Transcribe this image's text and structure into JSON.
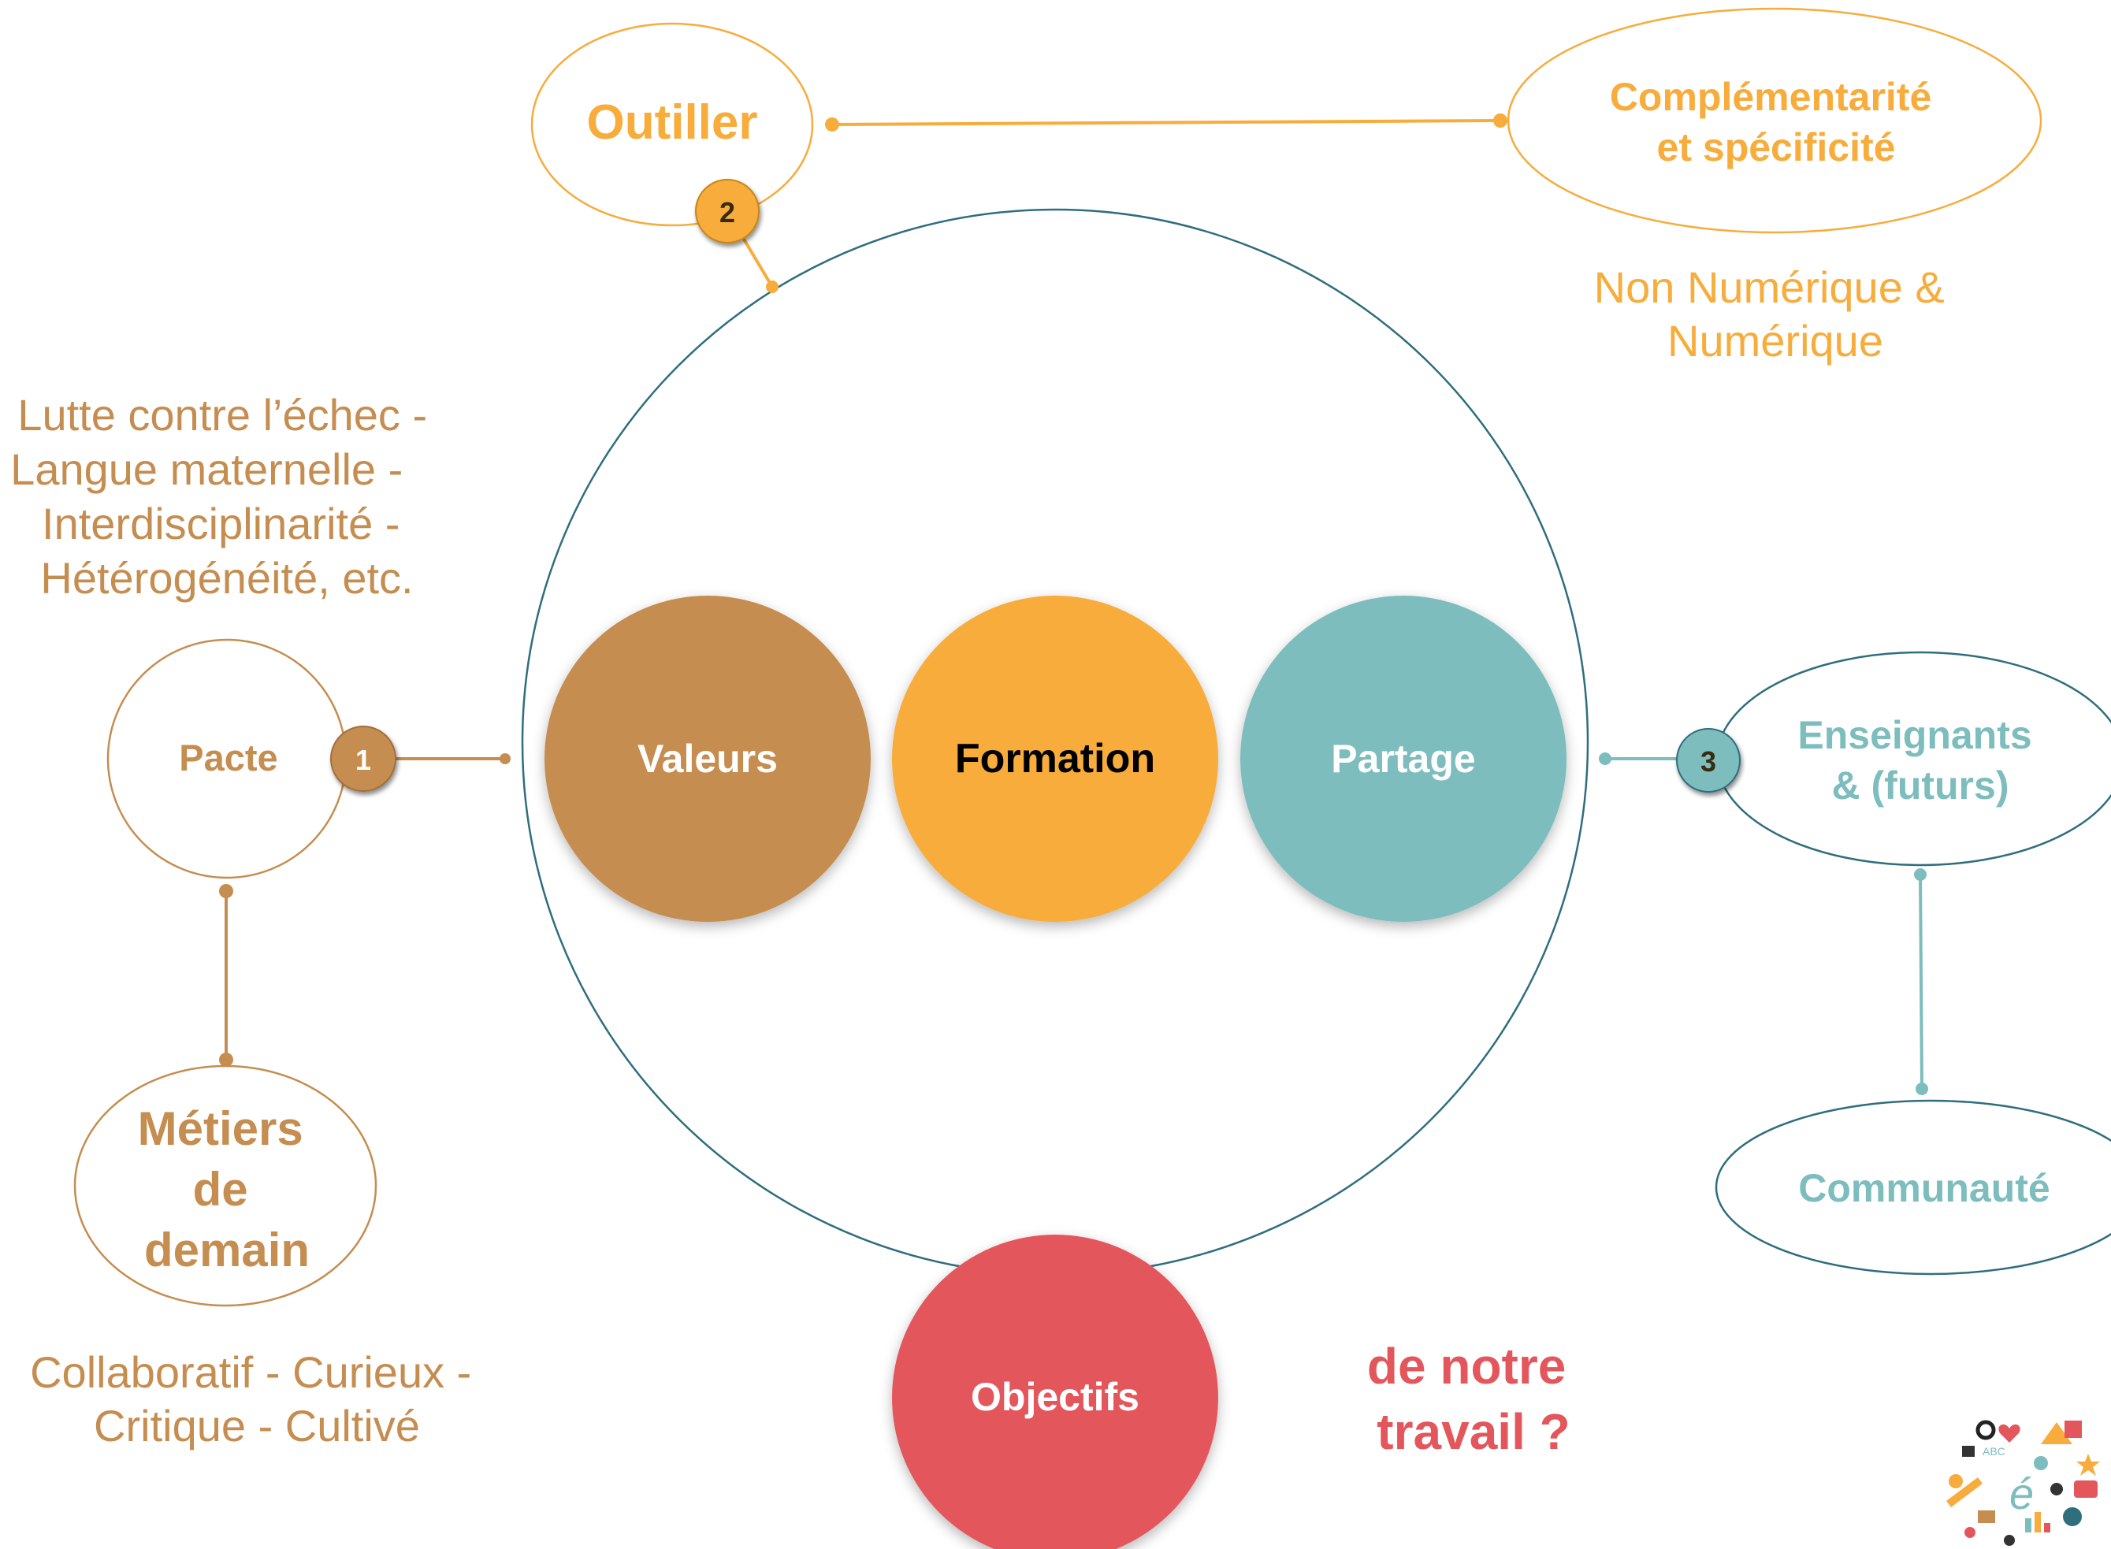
{
  "colors": {
    "brown": "#C58D50",
    "orange": "#F7AC3B",
    "teal": "#7DBDBE",
    "red": "#E3575C",
    "navy": "#2F6E7D",
    "black": "#000000",
    "white": "#FFFFFF"
  },
  "center": {
    "values_label": "Valeurs",
    "formation_label": "Formation",
    "partage_label": "Partage",
    "objectifs_label": "Objectifs",
    "question": [
      "de notre",
      "travail ?"
    ]
  },
  "branch_1": {
    "badge": "1",
    "node_label": "Pacte",
    "description": [
      "Lutte contre l’échec -",
      "Langue maternelle -",
      "Interdisciplinarité -",
      "Hétérogénéité, etc."
    ],
    "child_label": [
      "Métiers",
      "de",
      "demain"
    ],
    "child_description": [
      "Collaboratif - Curieux -",
      "Critique - Cultivé"
    ]
  },
  "branch_2": {
    "badge": "2",
    "node_label": "Outiller",
    "child_label": [
      "Complémentarité",
      "et spécificité"
    ],
    "child_description": [
      "Non Numérique &",
      "Numérique"
    ]
  },
  "branch_3": {
    "badge": "3",
    "node_label": [
      "Enseignants",
      "& (futurs)"
    ],
    "child_label": "Communauté"
  },
  "logo": {
    "icon": "education-collage-icon",
    "text": "ABC"
  }
}
